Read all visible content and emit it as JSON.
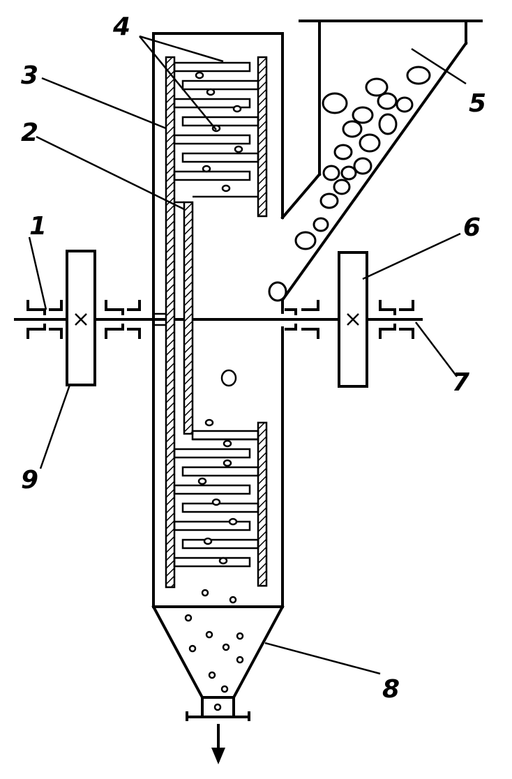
{
  "callouts": {
    "c1": "1",
    "c2": "2",
    "c3": "3",
    "c4": "4",
    "c5": "5",
    "c6": "6",
    "c7": "7",
    "c8": "8",
    "c9": "9"
  },
  "colors": {
    "ink": "#000000",
    "paper": "#ffffff"
  },
  "icons": {
    "discharge": "arrow-down-icon",
    "pulley": "cross-icon"
  }
}
